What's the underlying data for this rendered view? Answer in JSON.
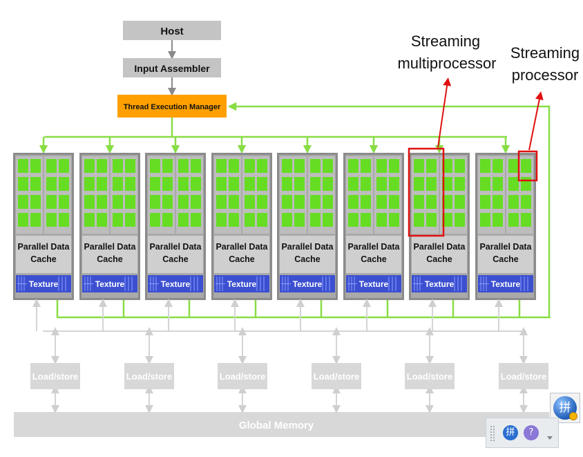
{
  "diagram": {
    "host": "Host",
    "input_assembler": "Input Assembler",
    "thread_execution_manager": "Thread Execution Manager",
    "multiprocessors": [
      {
        "cache_line1": "Parallel Data",
        "cache_line2": "Cache",
        "texture": "Texture"
      },
      {
        "cache_line1": "Parallel Data",
        "cache_line2": "Cache",
        "texture": "Texture"
      },
      {
        "cache_line1": "Parallel Data",
        "cache_line2": "Cache",
        "texture": "Texture"
      },
      {
        "cache_line1": "Parallel Data",
        "cache_line2": "Cache",
        "texture": "Texture"
      },
      {
        "cache_line1": "Parallel Data",
        "cache_line2": "Cache",
        "texture": "Texture"
      },
      {
        "cache_line1": "Parallel Data",
        "cache_line2": "Cache",
        "texture": "Texture"
      },
      {
        "cache_line1": "Parallel Data",
        "cache_line2": "Cache",
        "texture": "Texture"
      },
      {
        "cache_line1": "Parallel Data",
        "cache_line2": "Cache",
        "texture": "Texture"
      }
    ],
    "load_store_units": [
      "Load/store",
      "Load/store",
      "Load/store",
      "Load/store",
      "Load/store",
      "Load/store"
    ],
    "global_memory": "Global Memory",
    "callouts": {
      "streaming_multiprocessor": {
        "line1": "Streaming",
        "line2": "multiprocessor"
      },
      "streaming_processor": {
        "line1": "Streaming",
        "line2": "processor"
      }
    }
  },
  "ime_toolbar": {
    "logo_glyph": "拼",
    "toolbar_glyph": "拼",
    "help_glyph": "?"
  },
  "colors": {
    "processor_green": "#66dd22",
    "connector_green": "#88dd44",
    "texture_blue": "#3b4fd0",
    "manager_orange": "#ffa000",
    "host_gray": "#c2c2c2",
    "highlight_red": "#e01010",
    "faded_gray": "#d6d6d6"
  }
}
